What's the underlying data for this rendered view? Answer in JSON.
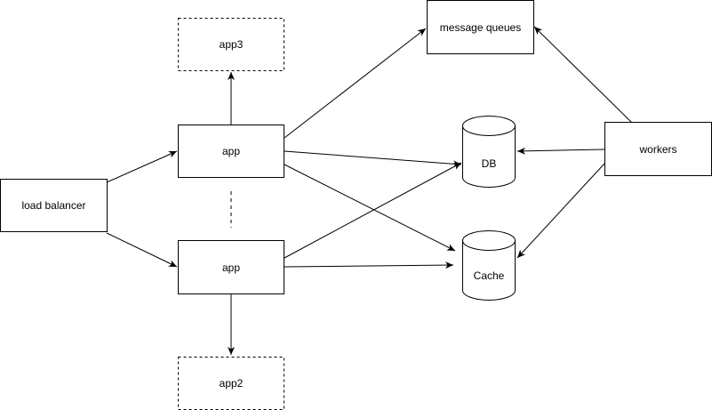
{
  "diagram": {
    "nodes": {
      "load_balancer": {
        "label": "load balancer",
        "shape": "box"
      },
      "app_top": {
        "label": "app",
        "shape": "box"
      },
      "app_bottom": {
        "label": "app",
        "shape": "box"
      },
      "app3": {
        "label": "app3",
        "shape": "dashed-box"
      },
      "app2": {
        "label": "app2",
        "shape": "dashed-box"
      },
      "message_queues": {
        "label": "message queues",
        "shape": "box"
      },
      "db": {
        "label": "DB",
        "shape": "cylinder"
      },
      "cache": {
        "label": "Cache",
        "shape": "cylinder"
      },
      "workers": {
        "label": "workers",
        "shape": "box"
      }
    },
    "edges": [
      {
        "from": "load_balancer",
        "to": "app_top",
        "style": "arrow"
      },
      {
        "from": "load_balancer",
        "to": "app_bottom",
        "style": "arrow"
      },
      {
        "from": "app_top",
        "to": "app3",
        "style": "arrow"
      },
      {
        "from": "app_bottom",
        "to": "app2",
        "style": "arrow"
      },
      {
        "from": "app_top",
        "to": "app_bottom",
        "style": "dashed-line"
      },
      {
        "from": "app_top",
        "to": "message_queues",
        "style": "arrow"
      },
      {
        "from": "app_top",
        "to": "db",
        "style": "arrow"
      },
      {
        "from": "app_top",
        "to": "cache",
        "style": "arrow"
      },
      {
        "from": "app_bottom",
        "to": "db",
        "style": "arrow"
      },
      {
        "from": "app_bottom",
        "to": "cache",
        "style": "arrow"
      },
      {
        "from": "workers",
        "to": "message_queues",
        "style": "arrow"
      },
      {
        "from": "workers",
        "to": "db",
        "style": "arrow"
      },
      {
        "from": "workers",
        "to": "cache",
        "style": "arrow"
      }
    ],
    "colors": {
      "stroke": "#000000",
      "fill": "#ffffff",
      "text": "#000000"
    }
  }
}
